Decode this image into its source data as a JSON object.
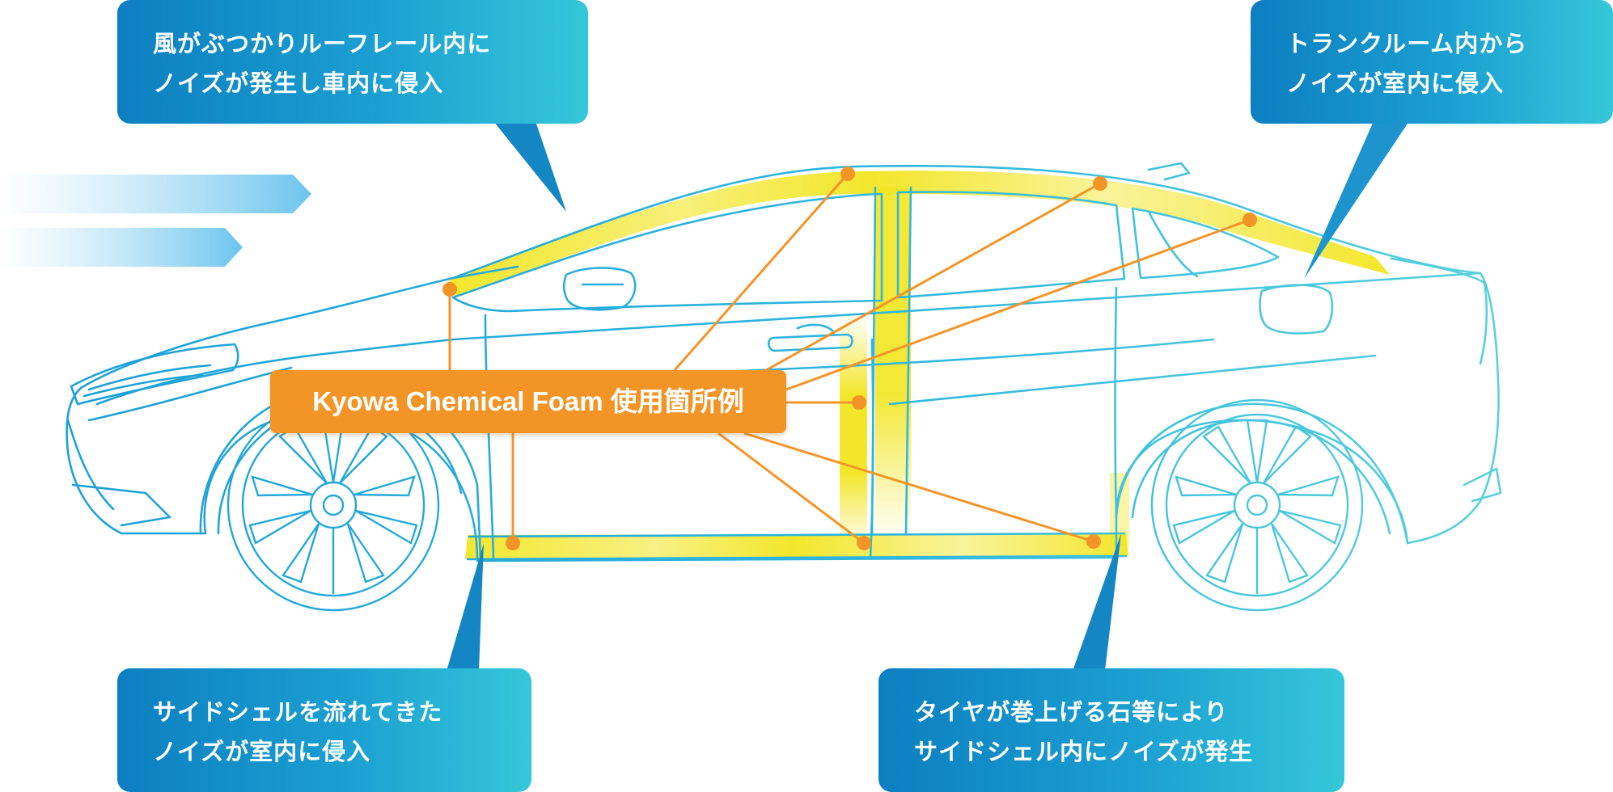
{
  "colors": {
    "callout_start": "#0c7fc0",
    "callout_end": "#35c7d9",
    "car_line_front": "#1a9fd8",
    "car_line_rear": "#5fd6dc",
    "foam_highlight": "#f2e520",
    "leader_line": "#f39427",
    "label_background": "#f39427"
  },
  "usage_label": "Kyowa Chemical Foam 使用箇所例",
  "callouts": {
    "roof": {
      "line1": "風がぶつかりルーフレール内に",
      "line2": "ノイズが発生し車内に侵入"
    },
    "trunk": {
      "line1": "トランクルーム内から",
      "line2": "ノイズが室内に侵入"
    },
    "side": {
      "line1": "サイドシェルを流れてきた",
      "line2": "ノイズが室内に侵入"
    },
    "tire": {
      "line1": "タイヤが巻上げる石等により",
      "line2": "サイドシェル内にノイズが発生"
    }
  },
  "icons": {
    "wind": "wind-arrows-icon",
    "car": "car-side-outline-icon",
    "marker": "foam-point-marker-icon"
  }
}
